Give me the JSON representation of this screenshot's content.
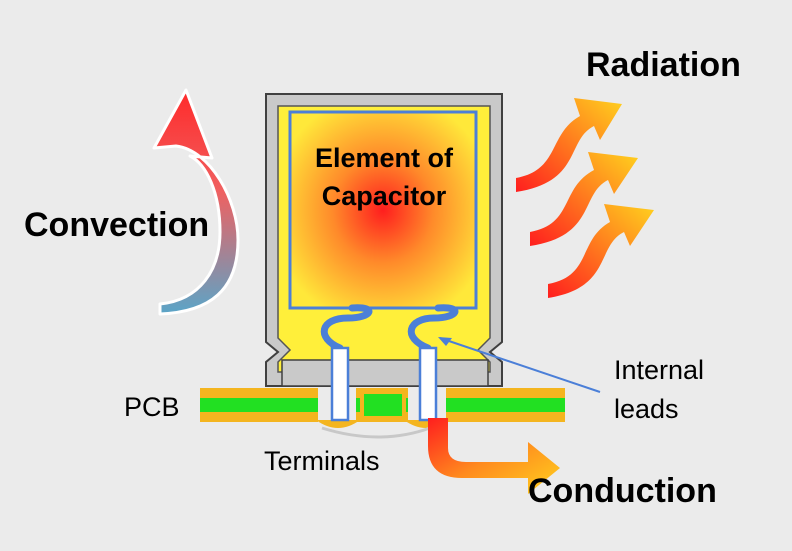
{
  "labels": {
    "element_line1": "Element of",
    "element_line2": "Capacitor",
    "convection": "Convection",
    "radiation": "Radiation",
    "conduction": "Conduction",
    "pcb": "PCB",
    "terminals": "Terminals",
    "internal_line1": "Internal",
    "internal_line2": "leads"
  },
  "colors": {
    "background": "#ebebeb",
    "can_gray": "#c9c9c9",
    "element_yellow": "#ffe83a",
    "hot_red": "#ff2020",
    "pcb_green": "#22e022",
    "pcb_orange": "#f4b51f",
    "lead_blue": "#4b7fd8",
    "convection_blue": "#5aa5c8"
  }
}
